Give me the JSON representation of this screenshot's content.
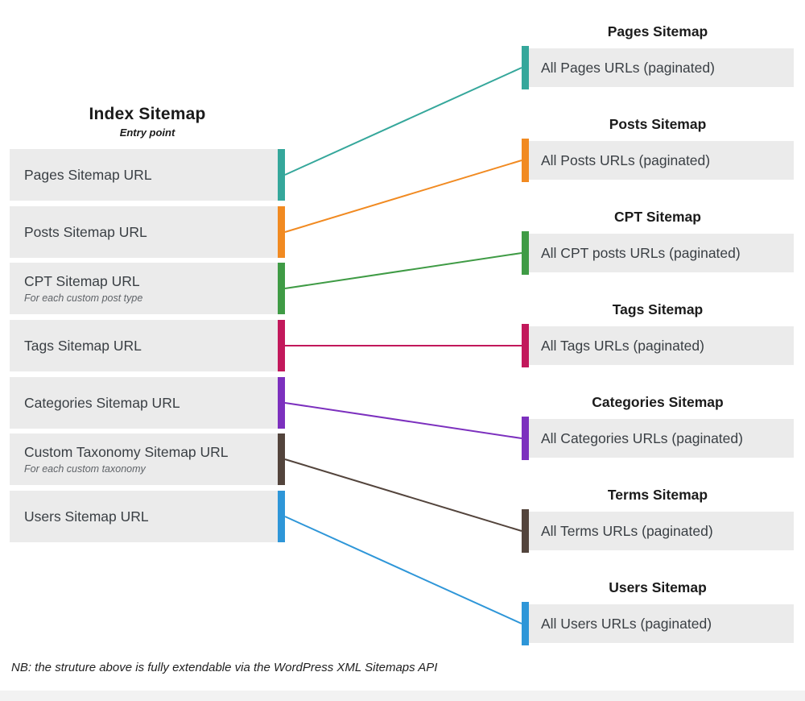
{
  "index": {
    "title": "Index Sitemap",
    "subtitle": "Entry point",
    "items": [
      {
        "label": "Pages Sitemap URL",
        "sublabel": "",
        "color": "#35a79b"
      },
      {
        "label": "Posts Sitemap URL",
        "sublabel": "",
        "color": "#f18a21"
      },
      {
        "label": "CPT Sitemap URL",
        "sublabel": "For each custom post type",
        "color": "#3f9b45"
      },
      {
        "label": "Tags Sitemap URL",
        "sublabel": "",
        "color": "#c2185b"
      },
      {
        "label": "Categories Sitemap URL",
        "sublabel": "",
        "color": "#7c30be"
      },
      {
        "label": "Custom Taxonomy Sitemap URL",
        "sublabel": "For each custom taxonomy",
        "color": "#53443c"
      },
      {
        "label": "Users Sitemap URL",
        "sublabel": "",
        "color": "#2e96d8"
      }
    ]
  },
  "sitemaps": [
    {
      "title": "Pages Sitemap",
      "label": "All Pages URLs (paginated)",
      "color": "#35a79b"
    },
    {
      "title": "Posts Sitemap",
      "label": "All Posts URLs (paginated)",
      "color": "#f18a21"
    },
    {
      "title": "CPT Sitemap",
      "label": "All CPT posts URLs (paginated)",
      "color": "#3f9b45"
    },
    {
      "title": "Tags Sitemap",
      "label": "All Tags URLs (paginated)",
      "color": "#c2185b"
    },
    {
      "title": "Categories Sitemap",
      "label": "All Categories URLs (paginated)",
      "color": "#7c30be"
    },
    {
      "title": "Terms Sitemap",
      "label": "All Terms URLs (paginated)",
      "color": "#53443c"
    },
    {
      "title": "Users Sitemap",
      "label": "All Users URLs (paginated)",
      "color": "#2e96d8"
    }
  ],
  "footnote": "NB: the struture above is fully extendable via the WordPress XML Sitemaps API",
  "colors": {
    "box_fill": "#ebebeb",
    "text": "#3a3f44",
    "heading": "#1b1b1b"
  }
}
